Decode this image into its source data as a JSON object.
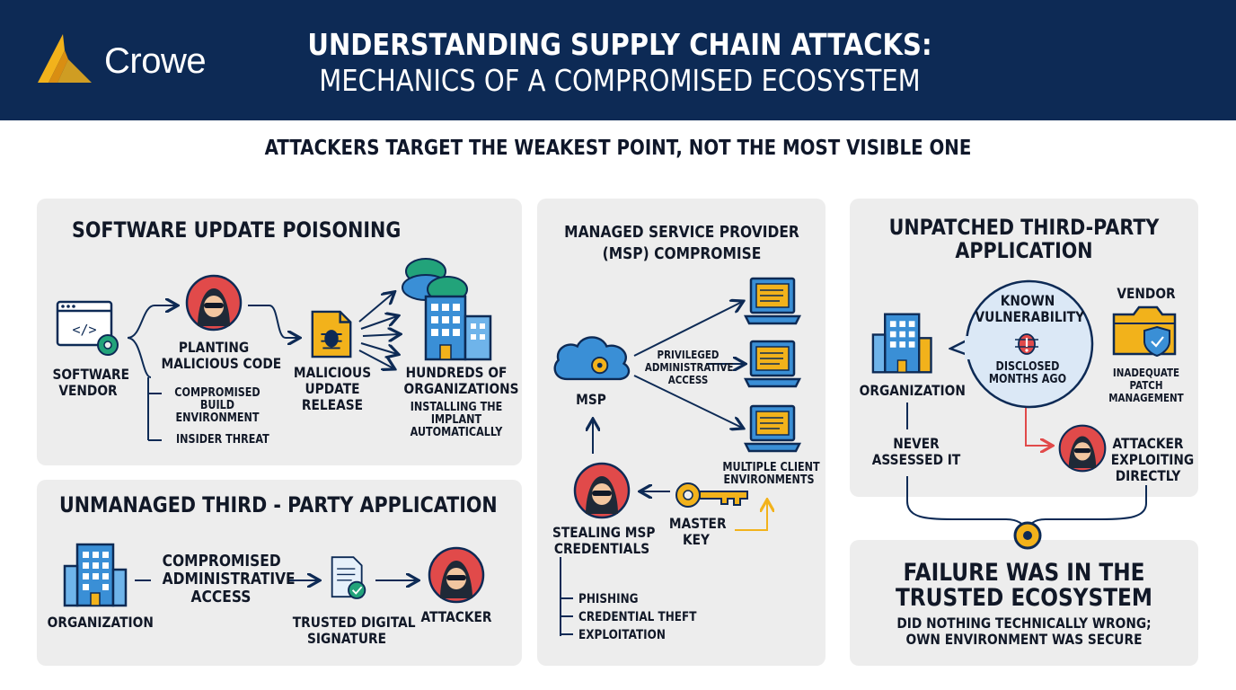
{
  "header": {
    "logo_text": "Crowe",
    "title_line1": "UNDERSTANDING SUPPLY CHAIN ATTACKS:",
    "title_line2": "MECHANICS OF A COMPROMISED ECOSYSTEM"
  },
  "tagline": "ATTACKERS TARGET THE WEAKEST POINT, NOT THE MOST VISIBLE ONE",
  "panel_update": {
    "title": "SOFTWARE UPDATE POISONING",
    "vendor": [
      "SOFTWARE",
      "VENDOR"
    ],
    "planting": [
      "PLANTING",
      "MALICIOUS CODE"
    ],
    "build": [
      "COMPROMISED",
      "BUILD",
      "ENVIRONMENT"
    ],
    "insider": "INSIDER THREAT",
    "release": [
      "MALICIOUS",
      "UPDATE",
      "RELEASE"
    ],
    "orgs": [
      "HUNDREDS OF",
      "ORGANIZATIONS"
    ],
    "installing": [
      "INSTALLING THE",
      "IMPLANT",
      "AUTOMATICALLY"
    ]
  },
  "panel_unmanaged": {
    "title": "UNMANAGED THIRD - PARTY APPLICATION",
    "organization": "ORGANIZATION",
    "access": [
      "COMPROMISED",
      "ADMINISTRATIVE",
      "ACCESS"
    ],
    "signature": [
      "TRUSTED DIGITAL",
      "SIGNATURE"
    ],
    "attacker": "ATTACKER"
  },
  "panel_msp": {
    "title": [
      "MANAGED SERVICE PROVIDER",
      "(MSP) COMPROMISE"
    ],
    "msp": "MSP",
    "privileged": [
      "PRIVILEGED",
      "ADMINISTRATIVE",
      "ACCESS"
    ],
    "clients": [
      "MULTIPLE CLIENT",
      "ENVIRONMENTS"
    ],
    "master_key": [
      "MASTER",
      "KEY"
    ],
    "stealing": [
      "STEALING MSP",
      "CREDENTIALS"
    ],
    "methods": [
      "PHISHING",
      "CREDENTIAL THEFT",
      "EXPLOITATION"
    ]
  },
  "panel_unpatched": {
    "title": [
      "UNPATCHED THIRD-PARTY",
      "APPLICATION"
    ],
    "organization": "ORGANIZATION",
    "known": [
      "KNOWN",
      "VULNERABILITY"
    ],
    "disclosed": [
      "DISCLOSED",
      "MONTHS AGO"
    ],
    "vendor": "VENDOR",
    "inadequate": [
      "INADEQUATE",
      "PATCH",
      "MANAGEMENT"
    ],
    "never": [
      "NEVER",
      "ASSESSED IT"
    ],
    "attacker": [
      "ATTACKER",
      "EXPLOITING",
      "DIRECTLY"
    ]
  },
  "panel_failure": {
    "title": [
      "FAILURE WAS IN THE",
      "TRUSTED ECOSYSTEM"
    ],
    "body": [
      "DID NOTHING TECHNICALLY WRONG;",
      "OWN ENVIRONMENT WAS SECURE"
    ]
  },
  "colors": {
    "navy": "#0d2a55",
    "gold": "#f2b21b",
    "red": "#e14a4a",
    "blue": "#3a8fd6",
    "panel": "#ededed"
  }
}
